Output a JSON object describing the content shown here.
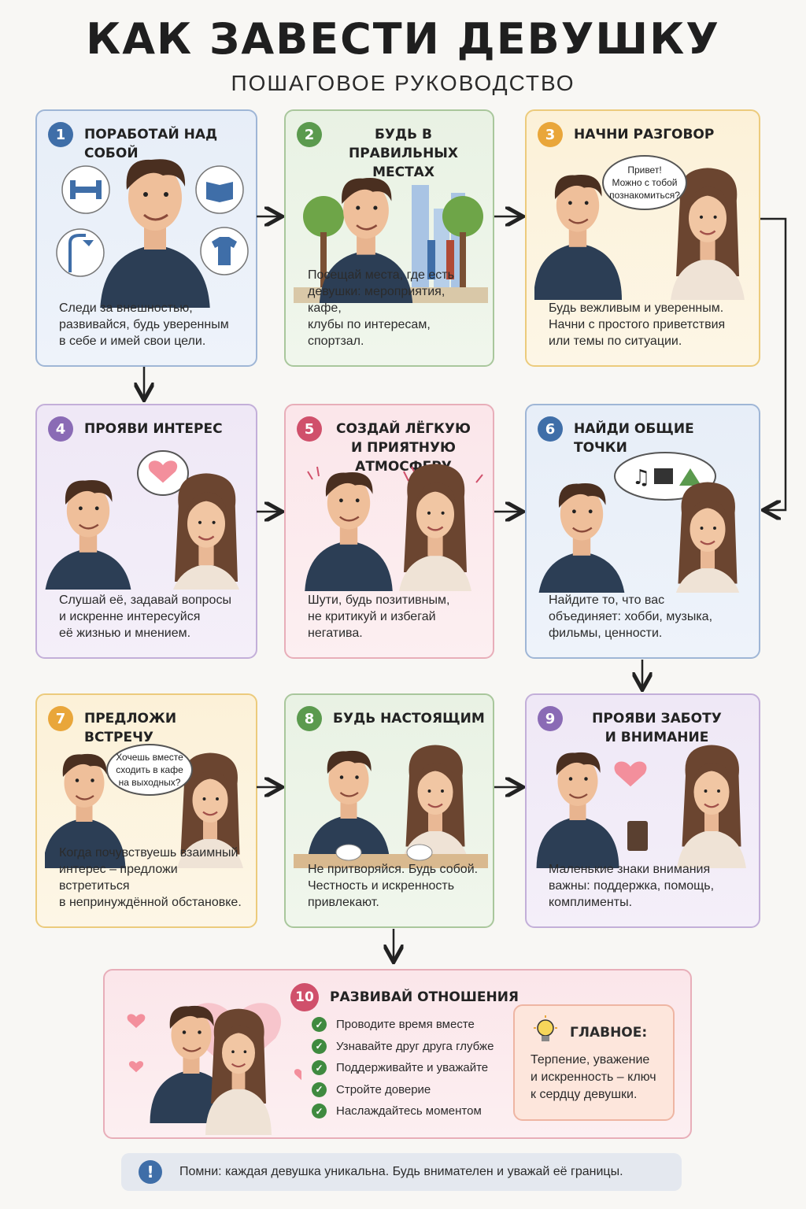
{
  "header": {
    "title": "КАК ЗАВЕСТИ ДЕВУШКУ",
    "subtitle": "ПОШАГОВОЕ РУКОВОДСТВО"
  },
  "steps": [
    {
      "num": "1",
      "title": "ПОРАБОТАЙ НАД СОБОЙ",
      "text": "Следи за внешностью,\nразвивайся, будь уверенным\nв себе и имей свои цели.",
      "color": "blue"
    },
    {
      "num": "2",
      "title": "БУДЬ В ПРАВИЛЬНЫХ\nМЕСТАХ",
      "text": "Посещай места, где есть\nдевушки: мероприятия, кафе,\nклубы по интересам, спортзал.",
      "color": "green"
    },
    {
      "num": "3",
      "title": "НАЧНИ РАЗГОВОР",
      "text": "Будь вежливым и уверенным.\nНачни с простого приветствия\nили темы по ситуации.",
      "color": "yellow",
      "bubble": "Привет!\nМожно с тобой\nпознакомиться?"
    },
    {
      "num": "4",
      "title": "ПРОЯВИ ИНТЕРЕС",
      "text": "Слушай её, задавай вопросы\nи искренне интересуйся\nеё жизнью и мнением.",
      "color": "purple"
    },
    {
      "num": "5",
      "title": "СОЗДАЙ ЛЁГКУЮ\nИ ПРИЯТНУЮ АТМОСФЕРУ",
      "text": "Шути, будь позитивным,\nне критикуй и избегай\nнегатива.",
      "color": "pink"
    },
    {
      "num": "6",
      "title": "НАЙДИ ОБЩИЕ ТОЧКИ",
      "text": "Найдите то, что вас\nобъединяет: хобби, музыка,\nфильмы, ценности.",
      "color": "blue"
    },
    {
      "num": "7",
      "title": "ПРЕДЛОЖИ ВСТРЕЧУ",
      "text": "Когда почувствуешь взаимный\nинтерес – предложи встретиться\nв непринуждённой обстановке.",
      "color": "yellow",
      "bubble": "Хочешь вместе\nсходить в кафе\nна выходных?"
    },
    {
      "num": "8",
      "title": "БУДЬ НАСТОЯЩИМ",
      "text": "Не притворяйся. Будь собой.\nЧестность и искренность\nпривлекают.",
      "color": "green"
    },
    {
      "num": "9",
      "title": "ПРОЯВИ ЗАБОТУ\nИ ВНИМАНИЕ",
      "text": "Маленькие знаки внимания\nважны: поддержка, помощь,\nкомплименты.",
      "color": "purple"
    }
  ],
  "final": {
    "num": "10",
    "title": "РАЗВИВАЙ ОТНОШЕНИЯ",
    "checklist": [
      "Проводите время вместе",
      "Узнавайте друг друга глубже",
      "Поддерживайте и уважайте",
      "Стройте доверие",
      "Наслаждайтесь моментом"
    ],
    "main_title": "ГЛАВНОЕ:",
    "main_text": "Терпение, уважение\nи искренность – ключ\nк сердцу девушки."
  },
  "footer": {
    "icon": "!",
    "text": "Помни: каждая девушка уникальна. Будь внимателен и уважай её границы."
  },
  "icons": {
    "check": "✓",
    "music": "♫"
  },
  "colors": {
    "blue": "#3f6ea8",
    "green": "#5b9a4e",
    "yellow": "#e9a63a",
    "purple": "#8a6bb5",
    "pink": "#d0506b"
  }
}
